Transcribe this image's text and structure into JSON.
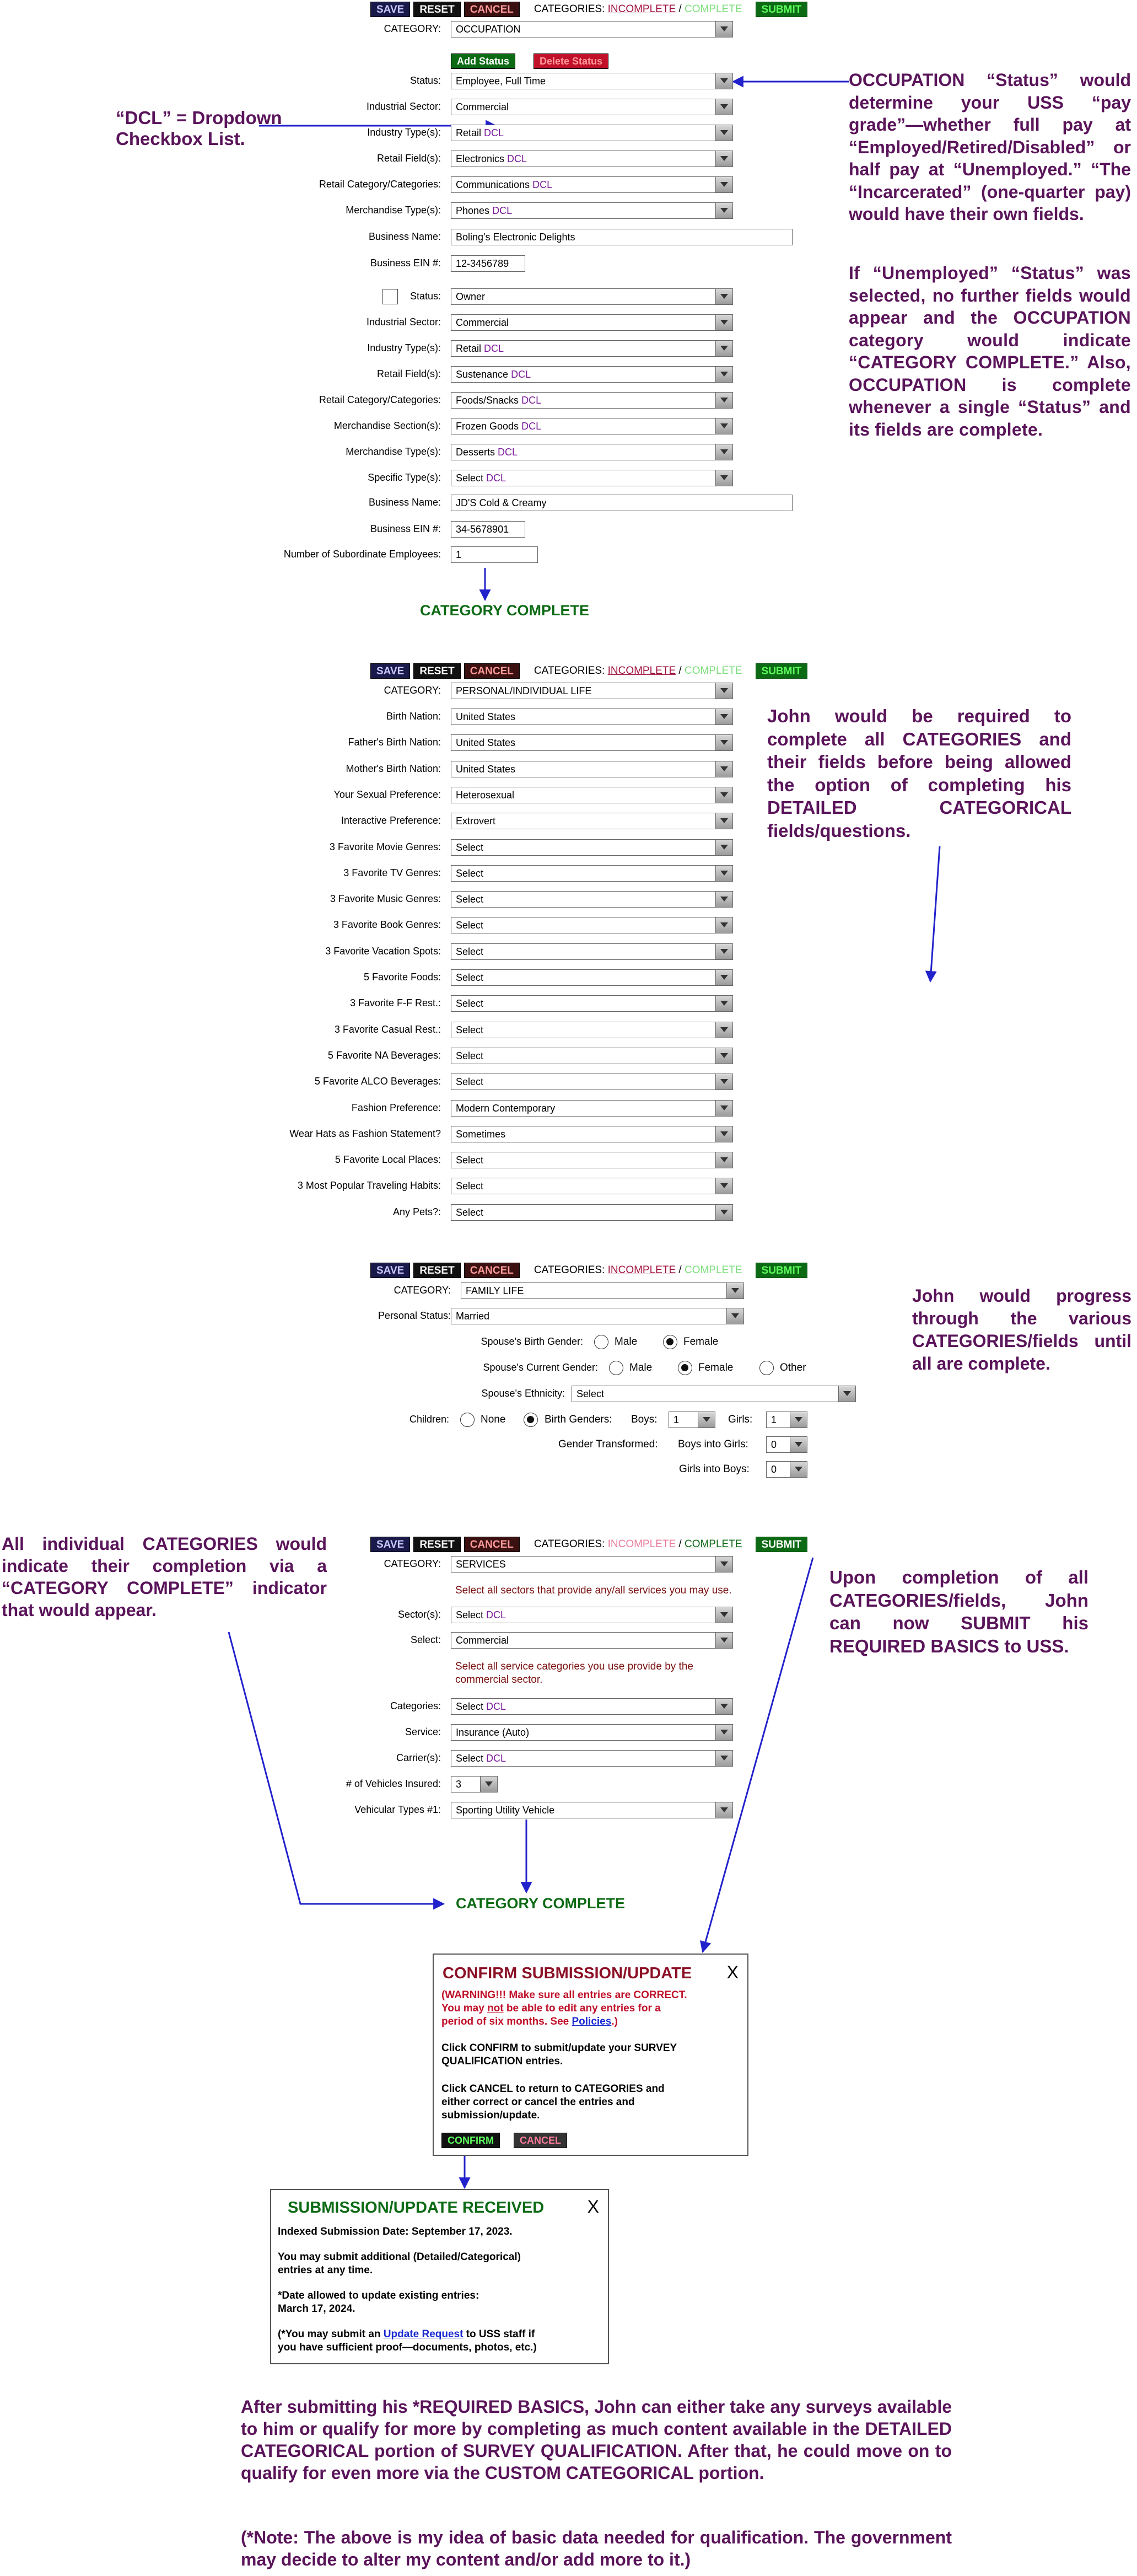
{
  "toolbar": {
    "save": "SAVE",
    "reset": "RESET",
    "cancel": "CANCEL",
    "categories_label": "CATEGORIES:",
    "incomplete": "INCOMPLETE",
    "slash": "/",
    "complete": "COMPLETE",
    "submit": "SUBMIT"
  },
  "occupation": {
    "category_label": "CATEGORY:",
    "category_value": "OCCUPATION",
    "add_status": "Add Status",
    "delete_status": "Delete Status",
    "block1": [
      {
        "label": "Status:",
        "value": "Employee, Full Time",
        "dcl": ""
      },
      {
        "label": "Industrial Sector:",
        "value": "Commercial",
        "dcl": ""
      },
      {
        "label": "Industry Type(s):",
        "value": "Retail",
        "dcl": "DCL"
      },
      {
        "label": "Retail Field(s):",
        "value": "Electronics",
        "dcl": "DCL"
      },
      {
        "label": "Retail Category/Categories:",
        "value": "Communications",
        "dcl": "DCL"
      },
      {
        "label": "Merchandise Type(s):",
        "value": "Phones",
        "dcl": "DCL"
      }
    ],
    "business_name_label": "Business Name:",
    "business_name_1": "Boling's Electronic Delights",
    "business_ein_label": "Business EIN #:",
    "business_ein_1": "12-3456789",
    "block2": [
      {
        "label": "Status:",
        "value": "Owner",
        "dcl": ""
      },
      {
        "label": "Industrial Sector:",
        "value": "Commercial",
        "dcl": ""
      },
      {
        "label": "Industry Type(s):",
        "value": "Retail",
        "dcl": "DCL"
      },
      {
        "label": "Retail Field(s):",
        "value": "Sustenance",
        "dcl": "DCL"
      },
      {
        "label": "Retail Category/Categories:",
        "value": "Foods/Snacks",
        "dcl": "DCL"
      },
      {
        "label": "Merchandise Section(s):",
        "value": "Frozen Goods",
        "dcl": "DCL"
      },
      {
        "label": "Merchandise Type(s):",
        "value": "Desserts",
        "dcl": "DCL"
      },
      {
        "label": "Specific Type(s):",
        "value": "Select",
        "dcl": "DCL"
      }
    ],
    "business_name_2": "JD'S Cold & Creamy",
    "business_ein_2": "34-5678901",
    "subordinates_label": "Number of Subordinate Employees:",
    "subordinates_value": "1",
    "category_complete": "CATEGORY COMPLETE"
  },
  "notes": {
    "dcl": "“DCL” = Dropdown Checkbox List.",
    "occupation_1": "OCCUPATION “Status” would determine your USS “pay grade”—whether full pay at “Employed/Retired/Disabled” or half pay at “Unemployed.” “The “Incarcerated” (one-quarter pay) would have their own fields.",
    "occupation_2": "If “Unemployed” “Status” was selected, no further fields would appear and the OCCUPATION category would indicate “CATEGORY COMPLETE.” Also, OCCUPATION is complete whenever a single “Status” and its fields are complete.",
    "personal": "John would be required to complete all CATEGORIES and their fields before being allowed the option of completing his DETAILED CATEGORICAL fields/questions.",
    "family": "John would progress through the various CATEGORIES/fields until all are complete.",
    "all_categories": "All individual CATEGORIES would indicate their completion via a “CATEGORY COMPLETE” indicator that would appear.",
    "submit": "Upon completion of all CATEGORIES/fields, John can now SUBMIT his REQUIRED BASICS to USS.",
    "after_1": "After submitting his *REQUIRED BASICS, John can either take any surveys available to him or qualify for more by completing as much content available in the DETAILED CATEGORICAL portion of SURVEY QUALIFICATION. After that, he could move on to qualify for even more via the CUSTOM CATEGORICAL portion.",
    "after_2": "(*Note: The above is my idea of basic data needed for qualification. The government may decide to alter my content and/or add more to it.)"
  },
  "personal": {
    "category_value": "PERSONAL/INDIVIDUAL LIFE",
    "rows": [
      {
        "label": "Birth Nation:",
        "value": "United States"
      },
      {
        "label": "Father's Birth Nation:",
        "value": "United States"
      },
      {
        "label": "Mother's Birth Nation:",
        "value": "United States"
      },
      {
        "label": "Your Sexual Preference:",
        "value": "Heterosexual"
      },
      {
        "label": "Interactive Preference:",
        "value": "Extrovert"
      },
      {
        "label": "3 Favorite Movie Genres:",
        "value": "Select"
      },
      {
        "label": "3 Favorite TV Genres:",
        "value": "Select"
      },
      {
        "label": "3 Favorite Music Genres:",
        "value": "Select"
      },
      {
        "label": "3 Favorite Book Genres:",
        "value": "Select"
      },
      {
        "label": "3 Favorite Vacation Spots:",
        "value": "Select"
      },
      {
        "label": "5 Favorite Foods:",
        "value": "Select"
      },
      {
        "label": "3 Favorite F-F Rest.:",
        "value": "Select"
      },
      {
        "label": "3 Favorite Casual Rest.:",
        "value": "Select"
      },
      {
        "label": "5 Favorite NA Beverages:",
        "value": "Select"
      },
      {
        "label": "5 Favorite ALCO Beverages:",
        "value": "Select"
      },
      {
        "label": "Fashion Preference:",
        "value": "Modern Contemporary"
      },
      {
        "label": "Wear Hats as Fashion Statement?",
        "value": "Sometimes"
      },
      {
        "label": "5 Favorite Local Places:",
        "value": "Select"
      },
      {
        "label": "3 Most Popular Traveling Habits:",
        "value": "Select"
      },
      {
        "label": "Any Pets?:",
        "value": "Select"
      }
    ]
  },
  "family": {
    "category_value": "FAMILY LIFE",
    "personal_status_label": "Personal Status:",
    "personal_status_value": "Married",
    "birth_gender_label": "Spouse's Birth Gender:",
    "current_gender_label": "Spouse's Current Gender:",
    "male": "Male",
    "female": "Female",
    "other": "Other",
    "ethnicity_label": "Spouse's Ethnicity:",
    "ethnicity_value": "Select",
    "children_label": "Children:",
    "none": "None",
    "birth_genders": "Birth Genders:",
    "boys_label": "Boys:",
    "boys_value": "1",
    "girls_label": "Girls:",
    "girls_value": "1",
    "gender_transformed": "Gender Transformed:",
    "boys_into_girls_label": "Boys into Girls:",
    "boys_into_girls_value": "0",
    "girls_into_boys_label": "Girls into Boys:",
    "girls_into_boys_value": "0"
  },
  "services": {
    "category_value": "SERVICES",
    "hint1": "Select all sectors that provide any/all services you may use.",
    "sectors_label": "Sector(s):",
    "sectors_value": "Select",
    "sectors_dcl": "DCL",
    "select_label": "Select:",
    "select_value": "Commercial",
    "hint2a": "Select all service categories you use provide by the",
    "hint2b": "commercial sector.",
    "categories_label": "Categories:",
    "categories_value": "Select",
    "categories_dcl": "DCL",
    "service_label": "Service:",
    "service_value": "Insurance (Auto)",
    "carriers_label": "Carrier(s):",
    "carriers_value": "Select",
    "carriers_dcl": "DCL",
    "vehicles_label": "# of Vehicles Insured:",
    "vehicles_value": "3",
    "vtype_label": "Vehicular Types #1:",
    "vtype_value": "Sporting Utility Vehicle",
    "category_complete": "CATEGORY COMPLETE"
  },
  "confirm_dialog": {
    "title": "CONFIRM SUBMISSION/UPDATE",
    "close": "X",
    "warn_1": "(WARNING!!! Make sure all entries are CORRECT.",
    "warn_2a": "You may ",
    "warn_2b": "not",
    "warn_2c": " be able to edit any entries for a",
    "warn_3a": "period of six months. See ",
    "warn_3b": "Policies",
    "warn_3c": ".)",
    "p2a": "Click CONFIRM to submit/update your SURVEY",
    "p2b": "QUALIFICATION entries.",
    "p3a": "Click CANCEL to return to CATEGORIES and",
    "p3b": "either correct or cancel the entries and",
    "p3c": "submission/update.",
    "confirm": "CONFIRM",
    "cancel": "CANCEL"
  },
  "received_dialog": {
    "title": "SUBMISSION/UPDATE RECEIVED",
    "close": "X",
    "l1": "Indexed Submission Date: September 17, 2023.",
    "l2": "You may submit additional (Detailed/Categorical)",
    "l3": "entries at any time.",
    "l4": "*Date allowed to update existing entries:",
    "l5": "March 17, 2024.",
    "l6a": "(*You may submit an ",
    "l6b": "Update Request",
    "l6c": " to USS staff if",
    "l7": "you have sufficient proof—documents, photos, etc.)"
  },
  "colors": {
    "note": "#5a145a",
    "green": "#0c6a14",
    "arrow": "#2222cc",
    "dcl": "#7a1a9a"
  }
}
